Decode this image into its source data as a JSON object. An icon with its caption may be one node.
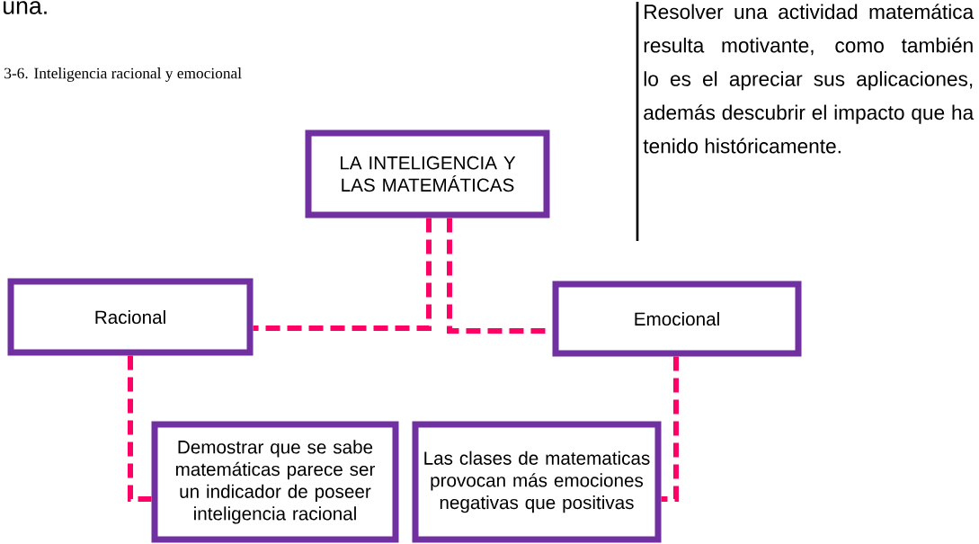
{
  "diagram": {
    "caption": "3-6. Inteligencia racional y emocional",
    "nodes": [
      {
        "text": [
          "LA INTELIGENCIA Y LAS MATEMÁTICAS"
        ]
      },
      {
        "text": [
          "Racional"
        ]
      },
      {
        "text": [
          "Emocional"
        ]
      },
      {
        "text": [
          "Demostrar que se sabe matemáticas parece ser un indicador de poseer inteligencia racional"
        ]
      },
      {
        "text": [
          "Las clases de matematicas provocan más emociones negativas que positivas"
        ]
      }
    ],
    "edges": [
      {
        "from": 0,
        "to": 1,
        "arrow": "none",
        "style": "dashed"
      },
      {
        "from": 0,
        "to": 2,
        "arrow": "none",
        "style": "dashed"
      },
      {
        "from": 1,
        "to": 3,
        "arrow": "none",
        "style": "dashed"
      },
      {
        "from": 2,
        "to": 4,
        "arrow": "none",
        "style": "dashed"
      }
    ],
    "labels": [
      "una.",
      "Resolver una actividad matemática resulta motivante, como también lo es el apreciar sus aplicaciones, además descubrir el impacto que ha tenido históricamente."
    ]
  }
}
